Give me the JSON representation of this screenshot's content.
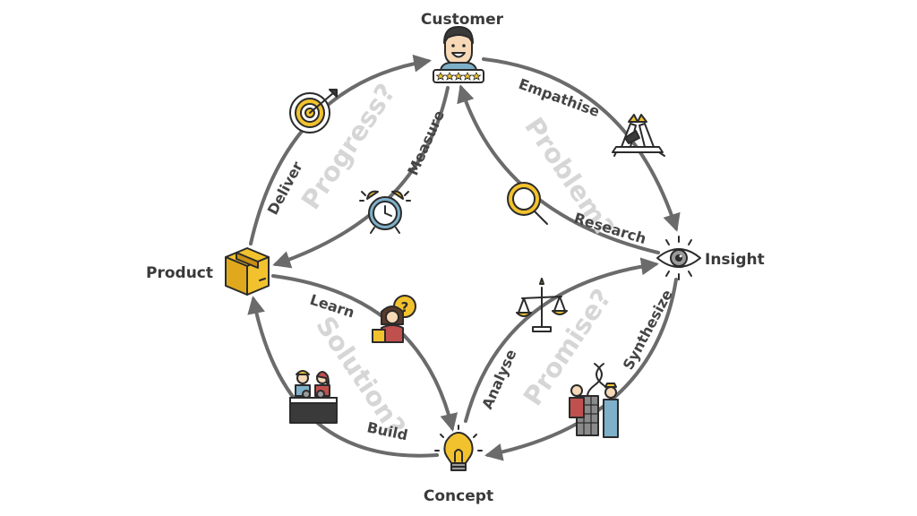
{
  "nodes": {
    "customer": "Customer",
    "insight": "Insight",
    "concept": "Concept",
    "product": "Product"
  },
  "edges": {
    "empathise": "Empathise",
    "research": "Research",
    "synthesize": "Synthesize",
    "analyse": "Analyse",
    "build": "Build",
    "learn": "Learn",
    "deliver": "Deliver",
    "measure": "Measure"
  },
  "quadrants": {
    "problem": "Problem?",
    "promise": "Promise?",
    "solution": "Solution?",
    "progress": "Progress?"
  },
  "icons": {
    "customer": "smiling-customer-icon",
    "insight": "eye-icon",
    "concept": "lightbulb-icon",
    "product": "cardboard-box-icon",
    "empathise": "hands-icon",
    "research": "magnifier-icon",
    "synthesize": "dna-team-icon",
    "analyse": "balance-scale-icon",
    "build": "builders-icon",
    "learn": "learner-icon",
    "deliver": "target-icon",
    "measure": "alarm-clock-icon"
  },
  "colors": {
    "arrow": "#6b6b6b",
    "accent": "#f2c22e",
    "quadrant_text": "#d6d6d6",
    "label_text": "#3a3a3a"
  }
}
